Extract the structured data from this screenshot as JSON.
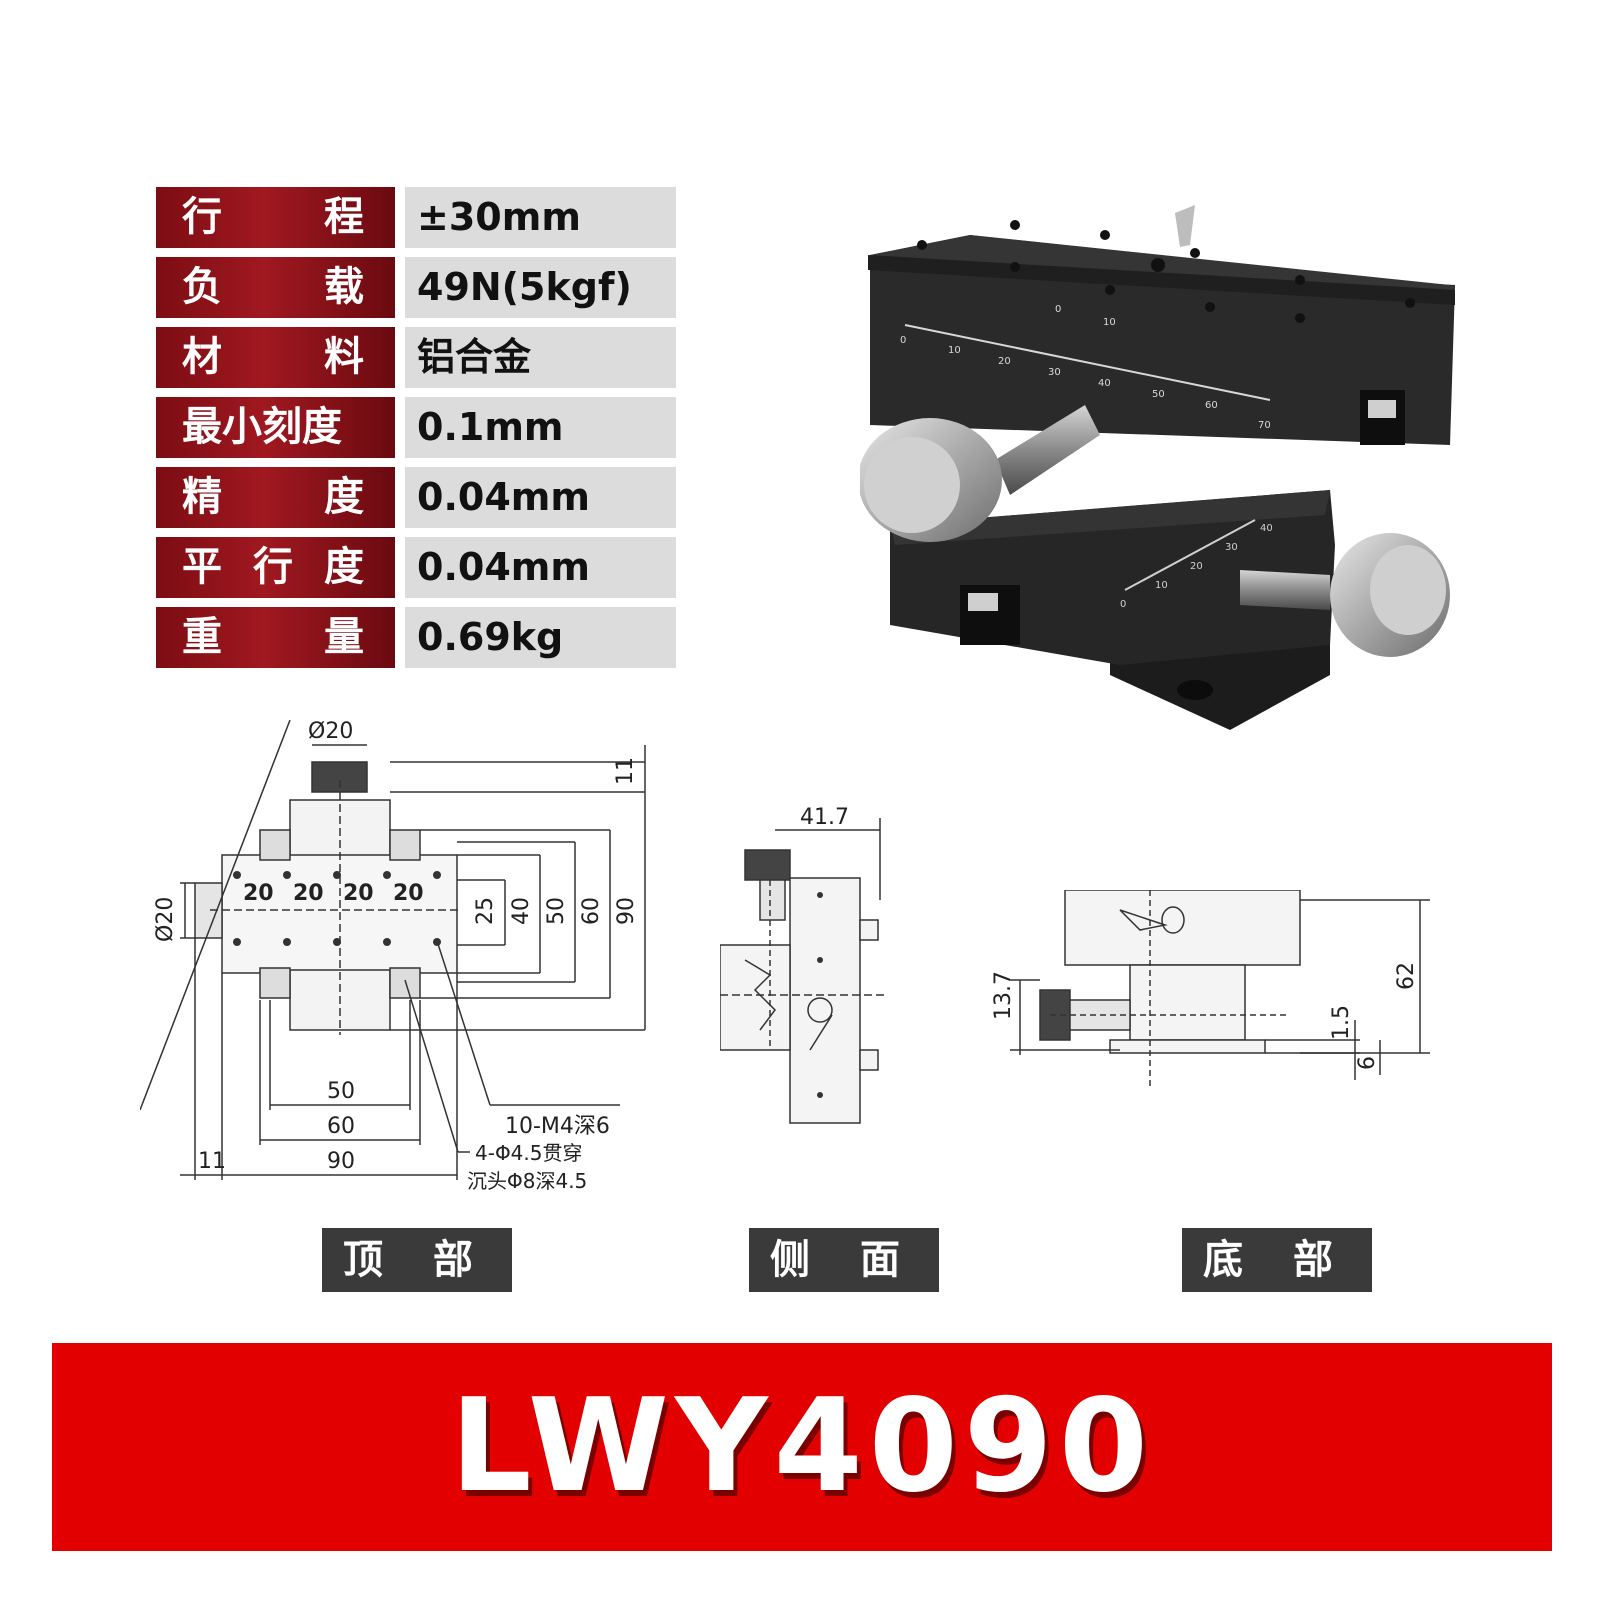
{
  "specs": [
    {
      "label_chars": [
        "行",
        "程"
      ],
      "value": "±30mm"
    },
    {
      "label_chars": [
        "负",
        "载"
      ],
      "value": "49N(5kgf)"
    },
    {
      "label_chars": [
        "材",
        "料"
      ],
      "value": "铝合金"
    },
    {
      "label_chars": [
        "最小刻度"
      ],
      "value": "0.1mm"
    },
    {
      "label_chars": [
        "精",
        "度"
      ],
      "value": "0.04mm"
    },
    {
      "label_chars": [
        "平",
        "行",
        "度"
      ],
      "value": "0.04mm"
    },
    {
      "label_chars": [
        "重",
        "量"
      ],
      "value": "0.69kg"
    }
  ],
  "product_photo": {
    "scale_top": [
      "0",
      "10"
    ],
    "scale_upper": [
      "0",
      "10",
      "20",
      "30",
      "40",
      "50",
      "60",
      "70"
    ],
    "scale_lower": [
      "0",
      "10",
      "20",
      "30",
      "40"
    ]
  },
  "top_view": {
    "dia_top": "Ø20",
    "dia_left": "Ø20",
    "dim_11_top": "11",
    "hole_spacing": [
      "20",
      "20",
      "20",
      "20"
    ],
    "right_dims": [
      "25",
      "40",
      "50",
      "60",
      "90"
    ],
    "bottom_dims": [
      "50",
      "60",
      "90"
    ],
    "dim_11_left": "11",
    "note_taps": "10-M4深6",
    "note_holes": "4-Φ4.5贯穿",
    "note_counterbore": "沉头Φ8深4.5"
  },
  "side_view": {
    "width_dim": "41.7"
  },
  "bottom_view": {
    "dims": [
      "13.7",
      "62",
      "1.5",
      "6"
    ]
  },
  "view_labels": [
    "顶 部",
    "侧 面",
    "底 部"
  ],
  "model": "LWY4090"
}
